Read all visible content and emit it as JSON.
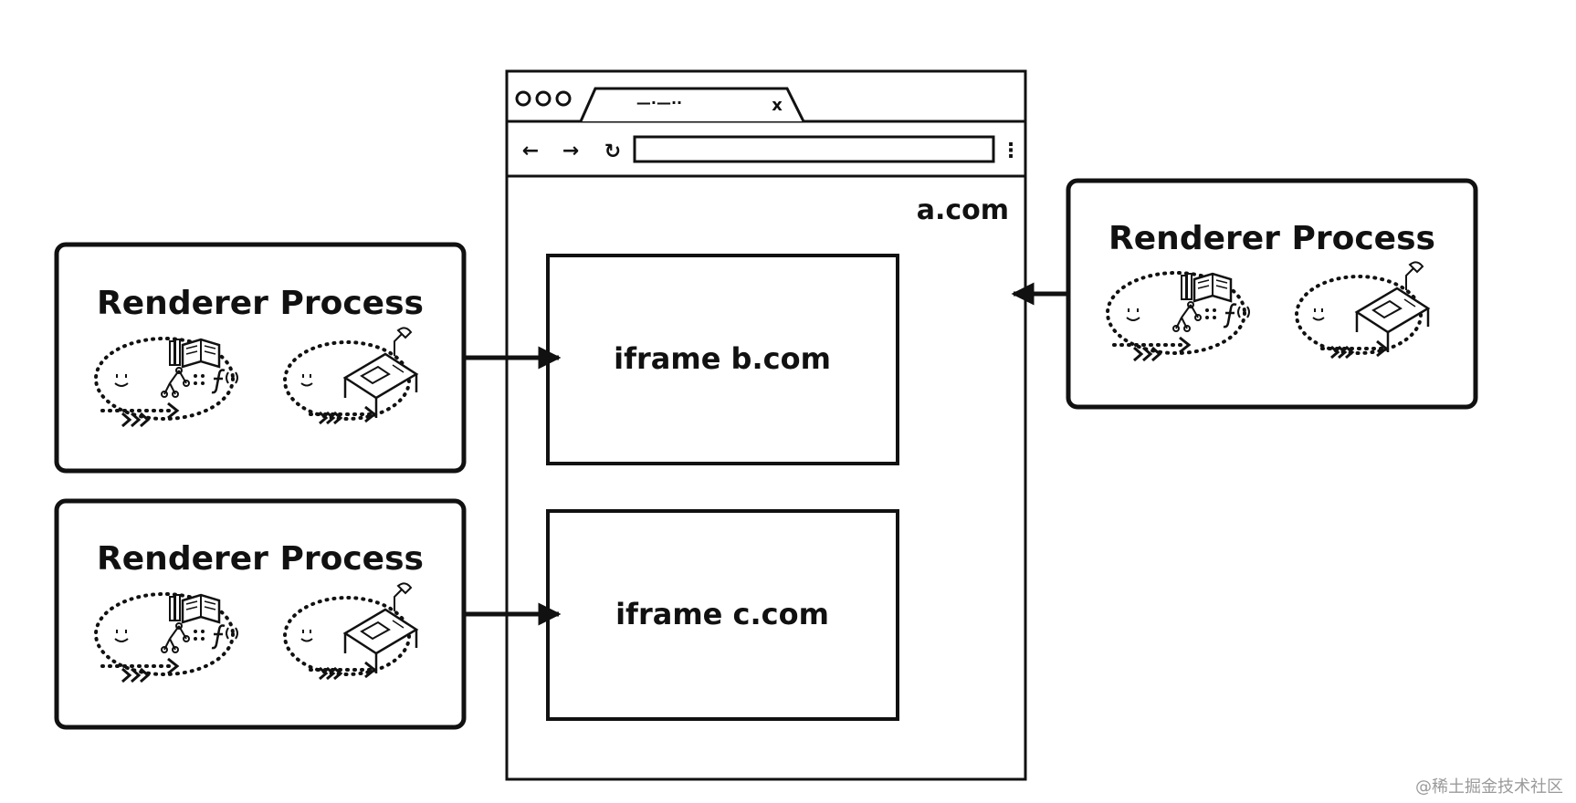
{
  "browser": {
    "tab_title_mark": "—·—··",
    "tab_close": "x",
    "nav_back": "←",
    "nav_forward": "→",
    "nav_reload": "↻",
    "menu_dots": "⋮",
    "address_value": "",
    "page_origin": "a.com",
    "frames": [
      {
        "label": "iframe b.com"
      },
      {
        "label": "iframe c.com"
      }
    ]
  },
  "processes": [
    {
      "title": "Renderer Process"
    },
    {
      "title": "Renderer Process"
    },
    {
      "title": "Renderer Process"
    }
  ],
  "icons": {
    "worker_a": "face-with-books-tree-icon",
    "worker_b": "face-with-desk-icon"
  },
  "colors": {
    "ink": "#111111",
    "paper": "#ffffff",
    "watermark": "#9a9a9a"
  },
  "watermark": "@稀土掘金技术社区"
}
